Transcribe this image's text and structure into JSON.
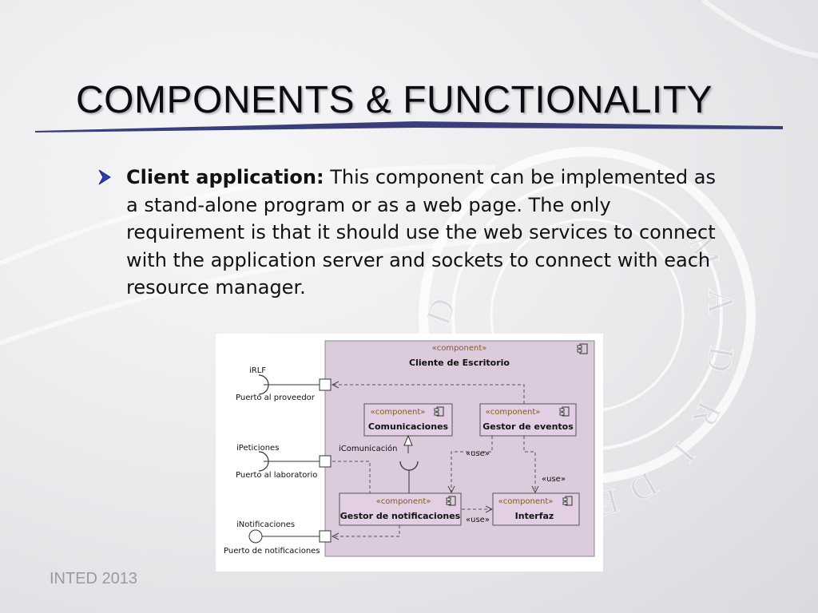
{
  "slide": {
    "title": "COMPONENTS & FUNCTIONALITY",
    "footer": "INTED 2013"
  },
  "bullet": {
    "term": "Client application:",
    "text": " This component can be implemented as a stand-alone program or as a web page. The only requirement is that it should use the web services to connect with the application server and sockets to connect with each resource manager."
  },
  "background_seal": {
    "letters": [
      "M",
      "A",
      "D",
      "R",
      "I",
      "D",
      "E",
      "D"
    ],
    "description_hidden": false
  },
  "colors": {
    "title_rule": "#3a3f7a",
    "bullet_arrow": "#2e3fa8",
    "component_fill": "#e2cfe3",
    "outer_fill": "#dccbdc",
    "stereotype_text": "#8a5a22"
  },
  "diagram": {
    "outer": {
      "stereotype": "«component»",
      "name": "Cliente de Escritorio"
    },
    "components": {
      "comunicaciones": {
        "stereotype": "«component»",
        "name": "Comunicaciones"
      },
      "gestor_eventos": {
        "stereotype": "«component»",
        "name": "Gestor de eventos"
      },
      "gestor_notificaciones": {
        "stereotype": "«component»",
        "name": "Gestor de notificaciones"
      },
      "interfaz": {
        "stereotype": "«component»",
        "name": "Interfaz"
      }
    },
    "ports": {
      "proveedor": {
        "interface": "iRLF",
        "label": "Puerto al proveedor"
      },
      "laboratorio": {
        "interface": "iPeticiones",
        "label": "Puerto al laboratorio"
      },
      "notificaciones": {
        "interface": "iNotificaciones",
        "label": "Puerto de notificaciones"
      }
    },
    "interface_label": "iComunicación",
    "use_labels": [
      "«use»",
      "«use»",
      "«use»"
    ]
  }
}
